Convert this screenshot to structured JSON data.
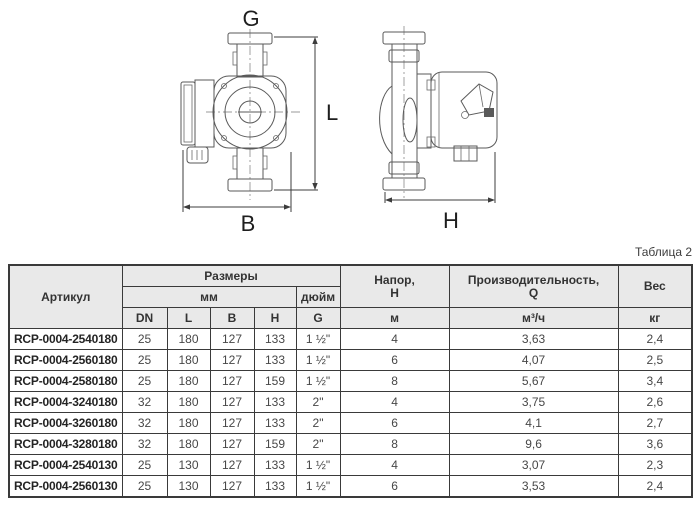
{
  "caption": "Таблица 2",
  "diagram": {
    "labels": {
      "g": "G",
      "l": "L",
      "b": "B",
      "h": "H"
    }
  },
  "table": {
    "header": {
      "article": "Артикул",
      "dimensions": "Размеры",
      "mm": "мм",
      "inch": "дюйм",
      "dn": "DN",
      "l": "L",
      "b": "B",
      "h": "H",
      "g": "G",
      "head": "Напор,\nН",
      "head_unit": "м",
      "capacity": "Производительность,\nQ",
      "capacity_unit": "м³/ч",
      "weight": "Вес",
      "weight_unit": "кг"
    },
    "rows": [
      [
        "RCP-0004-2540180",
        "25",
        "180",
        "127",
        "133",
        "1 ½\"",
        "4",
        "3,63",
        "2,4"
      ],
      [
        "RCP-0004-2560180",
        "25",
        "180",
        "127",
        "133",
        "1 ½\"",
        "6",
        "4,07",
        "2,5"
      ],
      [
        "RCP-0004-2580180",
        "25",
        "180",
        "127",
        "159",
        "1 ½\"",
        "8",
        "5,67",
        "3,4"
      ],
      [
        "RCP-0004-3240180",
        "32",
        "180",
        "127",
        "133",
        "2\"",
        "4",
        "3,75",
        "2,6"
      ],
      [
        "RCP-0004-3260180",
        "32",
        "180",
        "127",
        "133",
        "2\"",
        "6",
        "4,1",
        "2,7"
      ],
      [
        "RCP-0004-3280180",
        "32",
        "180",
        "127",
        "159",
        "2\"",
        "8",
        "9,6",
        "3,6"
      ],
      [
        "RCP-0004-2540130",
        "25",
        "130",
        "127",
        "133",
        "1 ½\"",
        "4",
        "3,07",
        "2,3"
      ],
      [
        "RCP-0004-2560130",
        "25",
        "130",
        "127",
        "133",
        "1 ½\"",
        "6",
        "3,53",
        "2,4"
      ]
    ]
  }
}
